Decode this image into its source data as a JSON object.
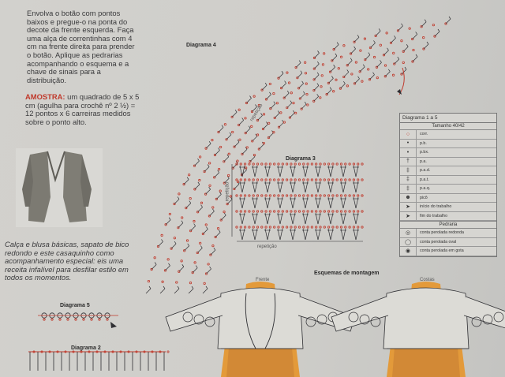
{
  "intro_text": "Envolva o botão com pontos baixos e pregue-o na ponta do decote da frente esquerda. Faça uma alça de correntinhas com 4 cm na frente direita para prender o botão. Aplique as pedrarias acompanhando o esquema e a chave de sinais para a distribuição.",
  "amostra": {
    "label": "AMOSTRA:",
    "text": " um quadrado de 5 x 5 cm (agulha para crochê nº 2 ½) = 12 pontos x 6 carreiras medidos sobre o ponto alto."
  },
  "caption": "Calça e blusa básicas, sapato de bico redondo e este casaquinho como acompanhamento especial: eis uma receita infalível para desfilar estilo em todos os momentos.",
  "diagrams": {
    "d4": "Diagrama 4",
    "d3": "Diagrama 3",
    "d5": "Diagrama 5",
    "d2": "Diagrama 2",
    "repeticao": "repetição",
    "montagem": "Esquemas de montagem",
    "frente": "Frente",
    "costas": "Costas"
  },
  "legend": {
    "title": "Diagrama 1 a 5",
    "size": "Tamanho 40/42",
    "rows": [
      {
        "sym": "○",
        "name": "corr."
      },
      {
        "sym": "•",
        "name": "p.b."
      },
      {
        "sym": "•",
        "name": "p.bx."
      },
      {
        "sym": "†",
        "name": "p.a."
      },
      {
        "sym": "‡",
        "name": "p.a.d."
      },
      {
        "sym": "‡",
        "name": "p.a.t."
      },
      {
        "sym": "‡",
        "name": "p.a.q."
      },
      {
        "sym": "☻",
        "name": "picô"
      },
      {
        "sym": "➤",
        "name": "início do trabalho"
      },
      {
        "sym": "➤",
        "name": "fim do trabalho"
      }
    ],
    "pedraria_title": "Pedraria",
    "pedraria": [
      {
        "sym": "◎",
        "name": "conta perolada redonda"
      },
      {
        "sym": "◯",
        "name": "conta perolada oval"
      },
      {
        "sym": "◉",
        "name": "conta perolada em gota"
      }
    ]
  },
  "colors": {
    "chain_red": "#c0392b",
    "ink": "#2f2f33",
    "skin": "#e39a3a",
    "body_shade": "#c77e34"
  }
}
